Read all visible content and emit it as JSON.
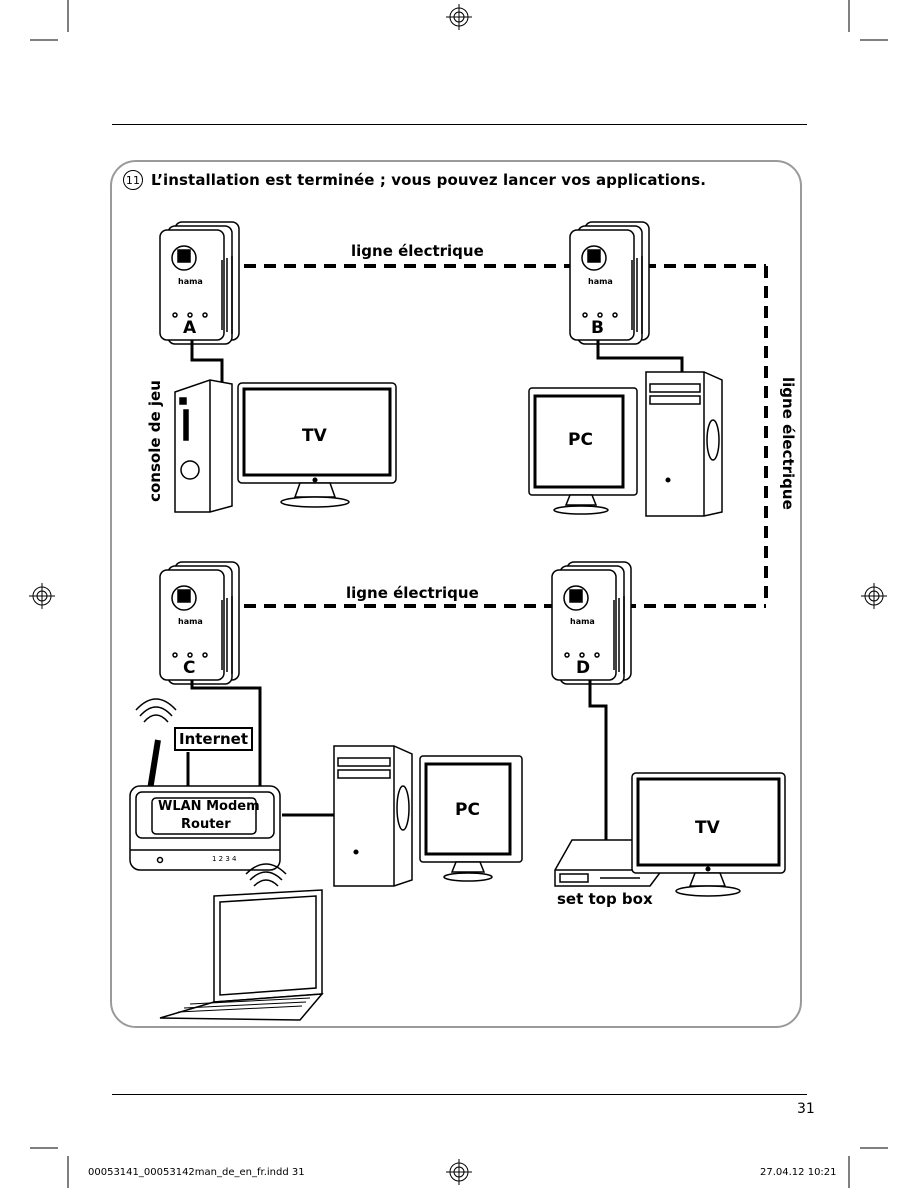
{
  "page_number": "31",
  "heading": {
    "step_number": "11",
    "text": "L’installation est terminée ; vous pouvez lancer vos applications."
  },
  "diagram": {
    "line_top": "ligne électrique",
    "line_middle": "ligne électrique",
    "line_right": "ligne électrique",
    "adapter_a": "A",
    "adapter_b": "B",
    "adapter_c": "C",
    "adapter_d": "D",
    "adapter_brand": "hama",
    "console_label": "console de jeu",
    "tv_top": "TV",
    "pc_top": "PC",
    "internet": "Internet",
    "router_line1": "WLAN Modem",
    "router_line2": "Router",
    "router_ports": "1 2 3 4",
    "pc_bottom": "PC",
    "tv_bottom": "TV",
    "set_top_box": "set top box"
  },
  "footer": {
    "file": "00053141_00053142man_de_en_fr.indd   31",
    "date": "27.04.12   10:21"
  }
}
